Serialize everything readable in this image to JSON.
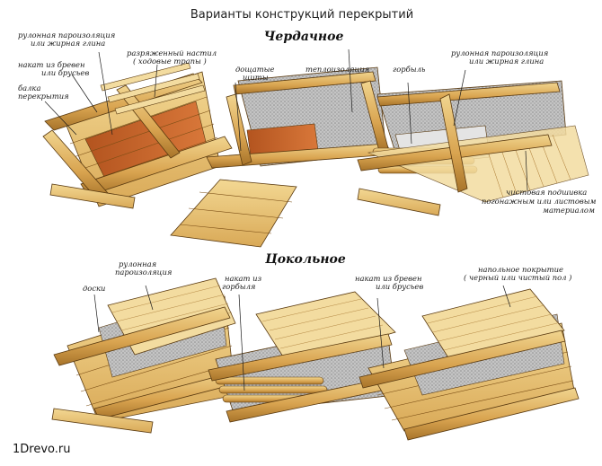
{
  "title": "Варианты конструкций перекрытий",
  "sections": {
    "attic": "Чердачное",
    "basement": "Цокольное"
  },
  "labels": {
    "a1_vapor": [
      "рулонная пароизоляция",
      "или жирная глина"
    ],
    "a1_logs": [
      "накат из бревен",
      "или брусьев"
    ],
    "a1_beam": [
      "балка",
      "перекрытия"
    ],
    "a1_deck": [
      "разряженный настил",
      "( ходовые трапы )"
    ],
    "a2_shields": [
      "дощатые",
      "щиты"
    ],
    "a2_insul": [
      "теплоизоляция"
    ],
    "a3_gorbyl": [
      "горбыль"
    ],
    "a3_vapor": [
      "рулонная пароизоляция",
      "или жирная глина"
    ],
    "a3_ceiling": [
      "чистовая подшивка",
      "погонажным или листовым",
      "материалом"
    ],
    "b1_boards": [
      "доски"
    ],
    "b1_vapor": [
      "рулонная",
      "пароизоляция"
    ],
    "b2_gorbyl": [
      "накат из",
      "горбыля"
    ],
    "b3_logs": [
      "накат из бревен",
      "или брусьев"
    ],
    "b3_floor": [
      "напольное покрытие",
      "( черный или чистый пол )"
    ]
  },
  "watermark": "1Drevo.ru",
  "colors": {
    "wood": "#e8c57a",
    "wood_dark": "#c9973c",
    "wood_light": "#f3dca0",
    "clay": "#c8652a",
    "insulation": "#b9b9b9",
    "vapor": "#d6d6d6",
    "outline": "#5a3a10"
  }
}
